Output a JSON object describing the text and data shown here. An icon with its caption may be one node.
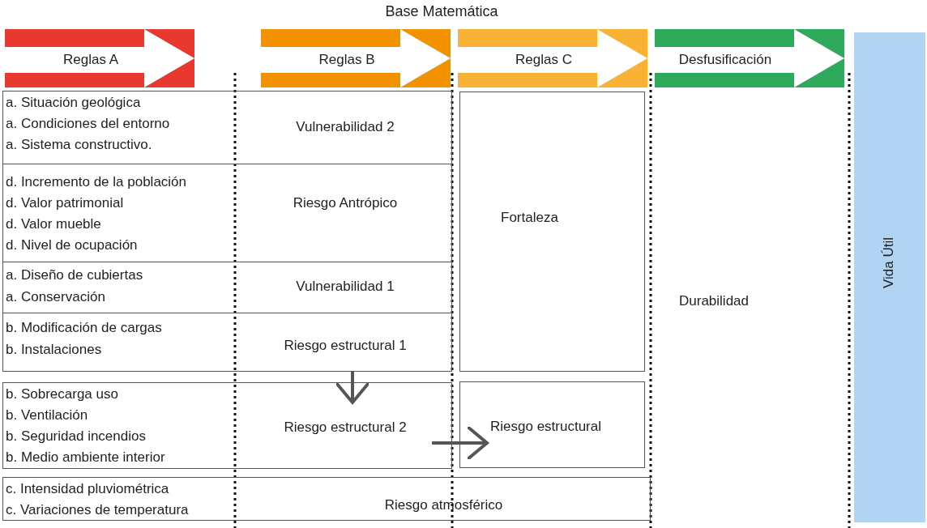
{
  "diagram": {
    "title": "Base Matemática",
    "nodes": [
      {
        "text": [
          "Reglas A"
        ]
      },
      {
        "text": [
          "Reglas B"
        ]
      },
      {
        "text": [
          "Reglas C"
        ]
      },
      {
        "text": [
          "Desfusificación"
        ]
      },
      {
        "text": [
          "Vida Útil"
        ]
      },
      {
        "text": [
          "a. Situación geológica",
          "a. Condiciones del entorno",
          "a. Sistema constructivo.",
          "Vulnerabilidad 2"
        ]
      },
      {
        "text": [
          "d. Incremento de la población",
          "d. Valor patrimonial",
          "d. Valor mueble",
          "d. Nivel de ocupación",
          "Riesgo Antrópico"
        ]
      },
      {
        "text": [
          "a. Diseño de cubiertas",
          "a. Conservación",
          "Vulnerabilidad 1"
        ]
      },
      {
        "text": [
          "b. Modificación de cargas",
          "b. Instalaciones",
          "Riesgo estructural 1"
        ]
      },
      {
        "text": [
          "b. Sobrecarga uso",
          "b. Ventilación",
          "b. Seguridad incendios",
          "b. Medio ambiente interior",
          "Riesgo estructural 2"
        ]
      },
      {
        "text": [
          "Fortaleza"
        ]
      },
      {
        "text": [
          "Riesgo estructural"
        ]
      },
      {
        "text": [
          "c. Intensidad pluviométrica",
          "c. Variaciones de temperatura",
          "Riesgo atmosférico"
        ]
      }
    ],
    "edges": [
      {
        "from": 8,
        "to": 9,
        "arrow": "to"
      },
      {
        "from": 9,
        "to": 11,
        "arrow": "to"
      }
    ],
    "labels": [
      "Durabilidad"
    ]
  }
}
